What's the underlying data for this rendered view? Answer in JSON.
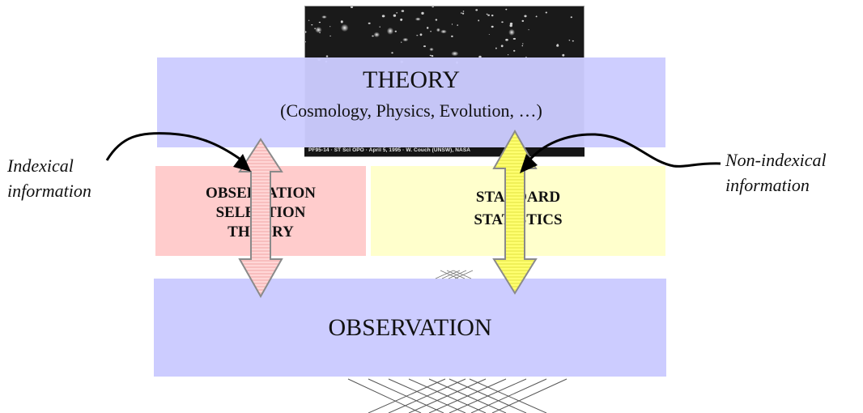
{
  "photo": {
    "caption": "PF95-14 · ST ScI  OPO · April 5, 1995 · W. Couch (UNSW), NASA"
  },
  "theory": {
    "title": "THEORY",
    "subtitle": "(Cosmology, Physics, Evolution, …)"
  },
  "ost": {
    "line1": "OBSERVATION",
    "line2": "SELECTION",
    "line3": "THEORY"
  },
  "standard_statistics": {
    "line1": "STANDARD",
    "line2": "STATISTICS"
  },
  "observation": {
    "title": "OBSERVATION"
  },
  "left_label": {
    "line1": "Indexical",
    "line2": "information"
  },
  "right_label": {
    "line1": "Non-indexical",
    "line2": "information"
  },
  "colors": {
    "theory_box": "#ccccff",
    "observation_box": "#ccccff",
    "ost_box": "#ffcccc",
    "statistics_box": "#ffffcc",
    "left_arrow": "#ffcccc",
    "right_arrow": "#ffff66"
  },
  "icons": {
    "left_arrow": "double-headed-arrow",
    "right_arrow": "double-headed-arrow",
    "pointer_curves": "curved-pointer-arrow",
    "background_image": "galaxy-cluster-photo",
    "grid_decoration": "perspective-grid"
  }
}
